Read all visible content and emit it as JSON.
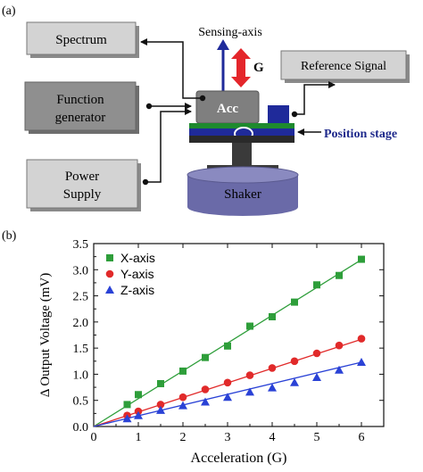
{
  "panel_a": {
    "label": "(a)",
    "spectrum": "Spectrum",
    "function_generator_line1": "Function",
    "function_generator_line2": "generator",
    "power_supply_line1": "Power",
    "power_supply_line2": "Supply",
    "sensing_axis": "Sensing-axis",
    "g_label": "G",
    "acc": "Acc",
    "reference_signal": "Reference Signal",
    "position_stage": "Position stage",
    "shaker": "Shaker"
  },
  "panel_b": {
    "label": "(b)"
  },
  "colors": {
    "box_fill": "#d3d3d3",
    "box_dark": "#8a8a8a",
    "acc_fill": "#7f7f7f",
    "shaker_fill": "#6a6aa8",
    "stage_green": "#1e8a2e",
    "stage_blue": "#1f2a9a",
    "arrow_red": "#e4262b",
    "position_stage_text": "#1f2a8c",
    "x_series": "#2e9e3a",
    "y_series": "#e12a2a",
    "z_series": "#2a42d6"
  },
  "chart_data": {
    "type": "scatter",
    "xlabel": "Acceleration (G)",
    "ylabel": "Δ Output Voltage (mV)",
    "xlim": [
      0,
      6.5
    ],
    "ylim": [
      0,
      3.5
    ],
    "xticks": [
      "0",
      "1",
      "2",
      "3",
      "4",
      "5",
      "6"
    ],
    "yticks": [
      "0.0",
      "0.5",
      "1.0",
      "1.5",
      "2.0",
      "2.5",
      "3.0",
      "3.5"
    ],
    "legend_position": "top-left",
    "grid": false,
    "series": [
      {
        "name": "X-axis",
        "marker": "square",
        "fit_slope": 0.532,
        "x": [
          0.75,
          1.0,
          1.5,
          2.0,
          2.5,
          3.0,
          3.5,
          4.0,
          4.5,
          5.0,
          5.5,
          6.0
        ],
        "y": [
          0.42,
          0.61,
          0.82,
          1.06,
          1.32,
          1.54,
          1.92,
          2.1,
          2.38,
          2.71,
          2.89,
          3.2
        ]
      },
      {
        "name": "Y-axis",
        "marker": "circle",
        "fit_slope": 0.278,
        "x": [
          0.75,
          1.0,
          1.5,
          2.0,
          2.5,
          3.0,
          3.5,
          4.0,
          4.5,
          5.0,
          5.5,
          6.0
        ],
        "y": [
          0.21,
          0.29,
          0.42,
          0.56,
          0.71,
          0.84,
          0.98,
          1.12,
          1.25,
          1.4,
          1.55,
          1.68
        ]
      },
      {
        "name": "Z-axis",
        "marker": "triangle",
        "fit_slope": 0.205,
        "x": [
          0.75,
          1.0,
          1.5,
          2.0,
          2.5,
          3.0,
          3.5,
          4.0,
          4.5,
          5.0,
          5.5,
          6.0
        ],
        "y": [
          0.15,
          0.21,
          0.31,
          0.4,
          0.47,
          0.56,
          0.66,
          0.74,
          0.84,
          0.94,
          1.08,
          1.23
        ]
      }
    ]
  }
}
